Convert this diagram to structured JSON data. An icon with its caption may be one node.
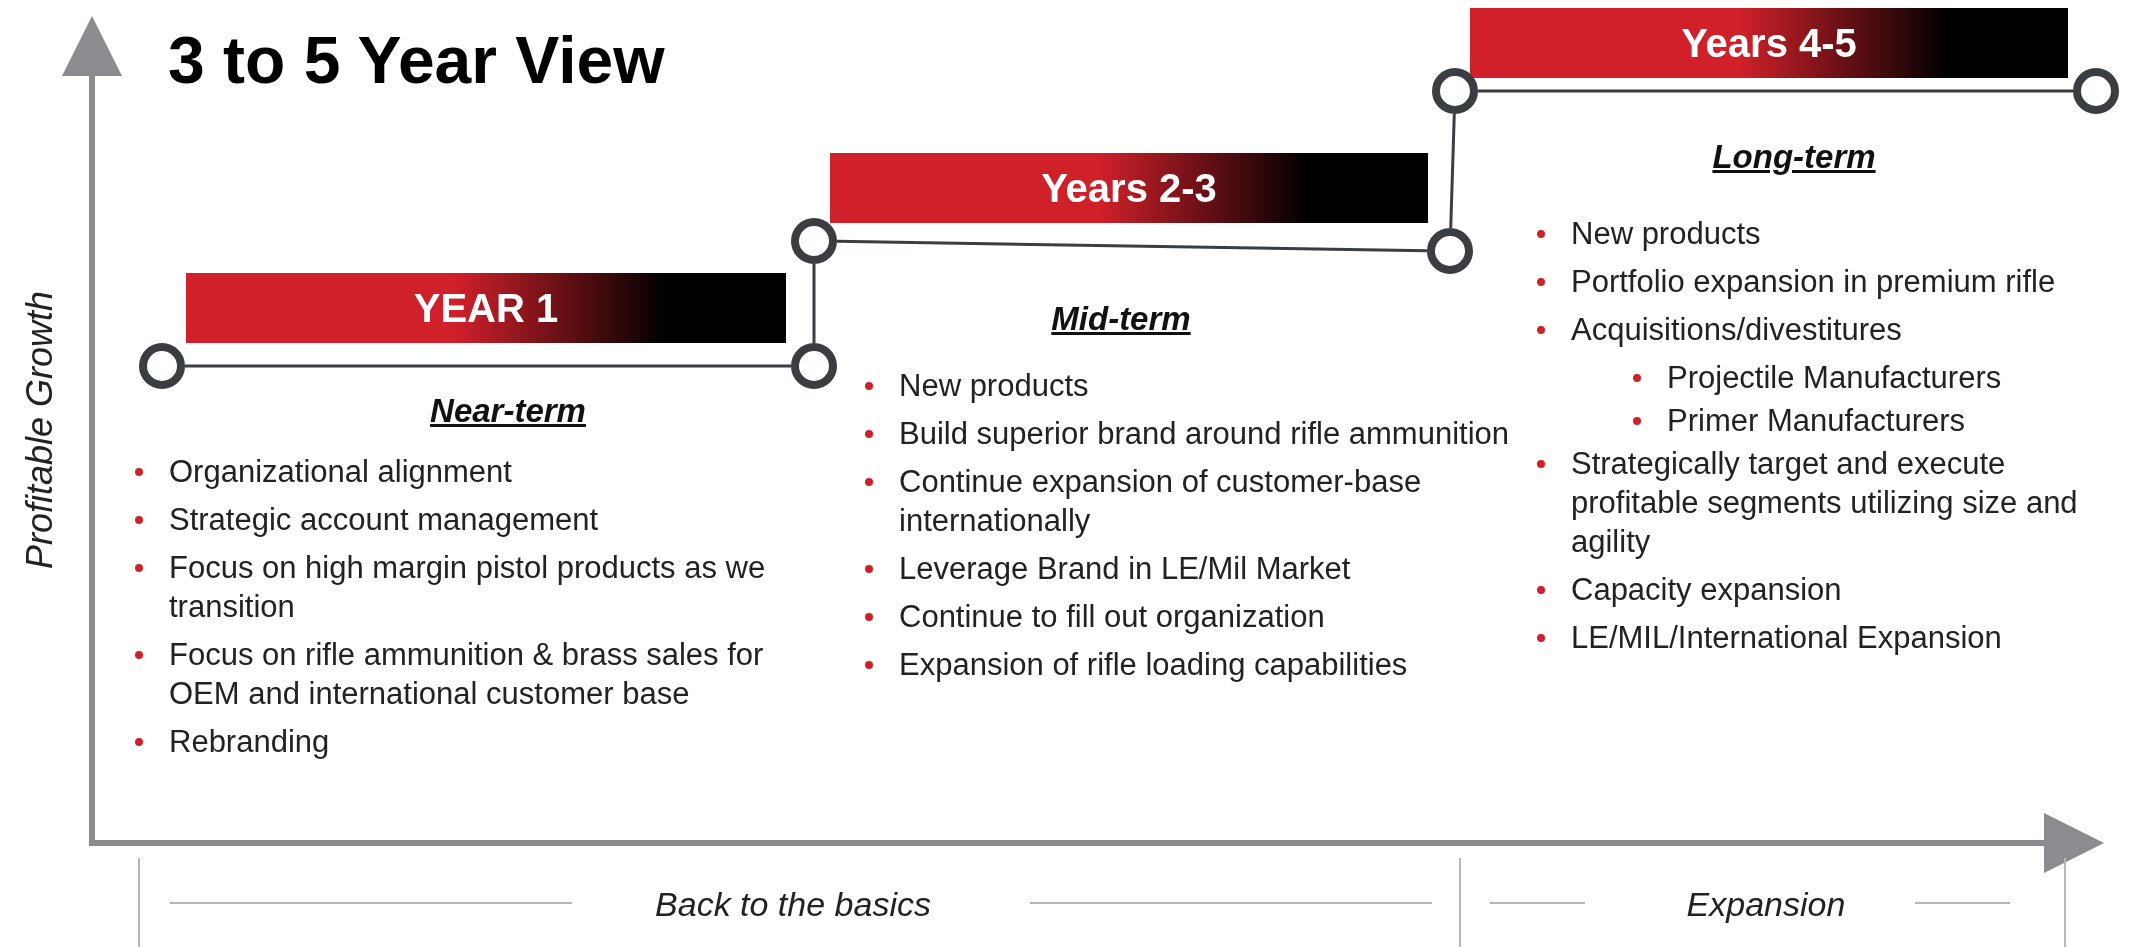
{
  "diagram": {
    "title": "3 to 5 Year View",
    "nodes": [
      {
        "text": [
          "YEAR 1"
        ]
      },
      {
        "text": [
          "Years 2-3"
        ]
      },
      {
        "text": [
          "Years 4-5"
        ]
      },
      {
        "text": [],
        "shape": "circle"
      },
      {
        "text": [],
        "shape": "circle"
      },
      {
        "text": [],
        "shape": "circle"
      },
      {
        "text": [],
        "shape": "circle"
      },
      {
        "text": [],
        "shape": "circle"
      },
      {
        "text": [],
        "shape": "circle"
      }
    ],
    "edges": [
      {
        "from": 3,
        "to": 4,
        "arrow": "none"
      },
      {
        "from": 4,
        "to": 5,
        "arrow": "none"
      },
      {
        "from": 5,
        "to": 6,
        "arrow": "none"
      },
      {
        "from": 6,
        "to": 7,
        "arrow": "none"
      },
      {
        "from": 7,
        "to": 8,
        "arrow": "none"
      }
    ],
    "labels": [
      "Profitable Growth",
      "Near-term",
      "Organizational alignment",
      "Strategic account management",
      "Focus on high margin pistol products as we transition",
      "Focus on rifle ammunition & brass sales for OEM and international customer base",
      "Rebranding",
      "Mid-term",
      "New products",
      "Build superior brand around rifle ammunition",
      "Continue expansion of customer-base internationally",
      "Leverage Brand in LE/Mil Market",
      "Continue to fill out organization",
      "Expansion of rifle loading capabilities",
      "Long-term",
      "New products",
      "Portfolio expansion in premium rifle",
      "Acquisitions/divestitures",
      "Projectile Manufacturers",
      "Primer Manufacturers",
      "Strategically target and execute profitable segments utilizing size and agility",
      "Capacity expansion",
      "LE/MIL/International Expansion",
      "Back to the basics",
      "Expansion"
    ]
  }
}
